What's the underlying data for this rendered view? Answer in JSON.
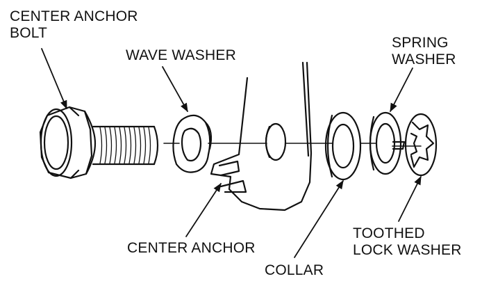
{
  "labels": {
    "center_anchor_bolt": [
      "CENTER ANCHOR",
      "BOLT"
    ],
    "wave_washer": "WAVE WASHER",
    "spring_washer": [
      "SPRING",
      "WASHER"
    ],
    "center_anchor": "CENTER ANCHOR",
    "collar": "COLLAR",
    "toothed_lock_washer": [
      "TOOTHED",
      "LOCK WASHER"
    ]
  },
  "colors": {
    "line": "#111111",
    "background": "#ffffff"
  }
}
